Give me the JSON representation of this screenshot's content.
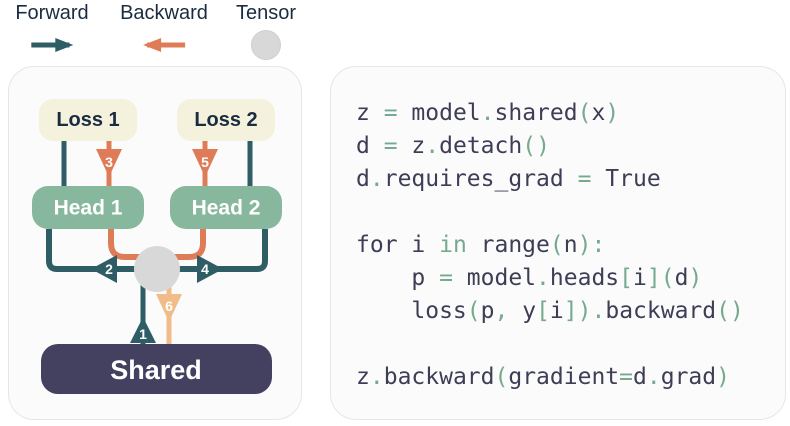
{
  "colors": {
    "teal": "#2e5d66",
    "salmon": "#df7c58",
    "peach": "#f0bd8a",
    "cream": "#f4f1dd",
    "sage": "#87b89e",
    "navy": "#434060",
    "gray_tensor": "#d8d8d8",
    "code_dark": "#3d3d56",
    "code_green": "#76a98f",
    "text_dark": "#1a2c40",
    "panel_bg": "#fbfbfc",
    "panel_border": "#e6e6e8"
  },
  "legend": {
    "forward_label": "Forward",
    "backward_label": "Backward",
    "tensor_label": "Tensor"
  },
  "diagram": {
    "nodes": {
      "loss1": "Loss 1",
      "loss2": "Loss 2",
      "head1": "Head 1",
      "head2": "Head 2",
      "shared": "Shared"
    },
    "steps": {
      "forward_shared_to_tensor": "1",
      "forward_tensor_to_head1": "2",
      "backward_loss1_to_head1": "3",
      "forward_tensor_to_head2": "4",
      "backward_loss2_to_head2": "5",
      "backward_tensor_to_shared": "6"
    }
  },
  "code": {
    "lines": [
      [
        [
          "z ",
          "d"
        ],
        [
          "= ",
          "g"
        ],
        [
          "model",
          "d"
        ],
        [
          ".",
          "g"
        ],
        [
          "shared",
          "d"
        ],
        [
          "(",
          "g"
        ],
        [
          "x",
          "d"
        ],
        [
          ")",
          "g"
        ]
      ],
      [
        [
          "d ",
          "d"
        ],
        [
          "= ",
          "g"
        ],
        [
          "z",
          "d"
        ],
        [
          ".",
          "g"
        ],
        [
          "detach",
          "d"
        ],
        [
          "()",
          "g"
        ]
      ],
      [
        [
          "d",
          "d"
        ],
        [
          ".",
          "g"
        ],
        [
          "requires_grad ",
          "d"
        ],
        [
          "= ",
          "g"
        ],
        [
          "True",
          "d"
        ]
      ],
      [],
      [
        [
          "for i ",
          "d"
        ],
        [
          "in ",
          "g"
        ],
        [
          "range",
          "d"
        ],
        [
          "(",
          "g"
        ],
        [
          "n",
          "d"
        ],
        [
          "):",
          "g"
        ]
      ],
      [
        [
          "    p ",
          "d"
        ],
        [
          "= ",
          "g"
        ],
        [
          "model",
          "d"
        ],
        [
          ".",
          "g"
        ],
        [
          "heads",
          "d"
        ],
        [
          "[",
          "g"
        ],
        [
          "i",
          "d"
        ],
        [
          "](",
          "g"
        ],
        [
          "d",
          "d"
        ],
        [
          ")",
          "g"
        ]
      ],
      [
        [
          "    loss",
          "d"
        ],
        [
          "(",
          "g"
        ],
        [
          "p",
          "d"
        ],
        [
          ", ",
          "g"
        ],
        [
          "y",
          "d"
        ],
        [
          "[",
          "g"
        ],
        [
          "i",
          "d"
        ],
        [
          "])",
          "g"
        ],
        [
          ".",
          "g"
        ],
        [
          "backward",
          "d"
        ],
        [
          "()",
          "g"
        ]
      ],
      [],
      [
        [
          "z",
          "d"
        ],
        [
          ".",
          "g"
        ],
        [
          "backward",
          "d"
        ],
        [
          "(",
          "g"
        ],
        [
          "gradient",
          "d"
        ],
        [
          "=",
          "g"
        ],
        [
          "d",
          "d"
        ],
        [
          ".",
          "g"
        ],
        [
          "grad",
          "d"
        ],
        [
          ")",
          "g"
        ]
      ]
    ]
  }
}
